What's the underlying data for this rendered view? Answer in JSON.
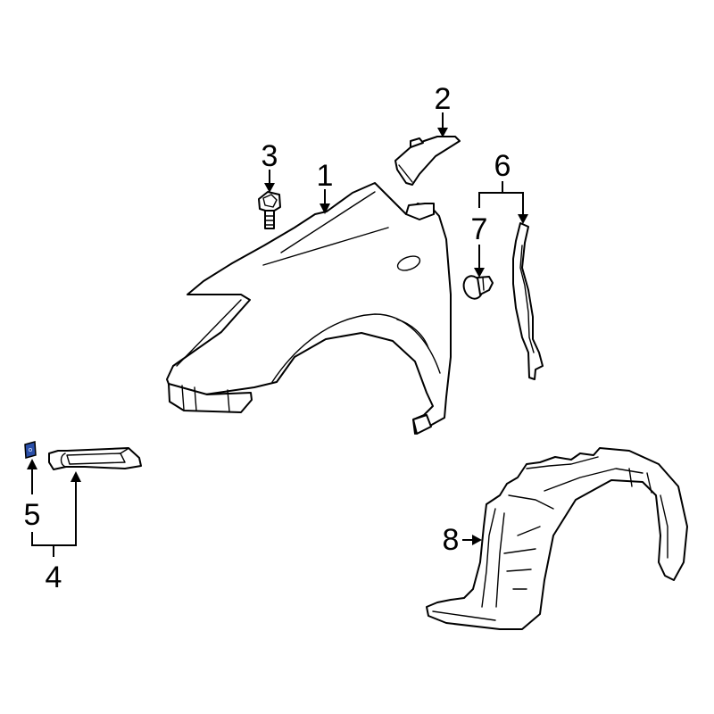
{
  "diagram": {
    "type": "exploded parts diagram",
    "background": "#ffffff",
    "highlight_color": "#2a4fa8",
    "callouts": [
      {
        "number": "1",
        "part": "fender"
      },
      {
        "number": "2",
        "part": "fender-bracket-upper"
      },
      {
        "number": "3",
        "part": "bolt"
      },
      {
        "number": "4",
        "part": "fender-support-bracket"
      },
      {
        "number": "5",
        "part": "clip-nut"
      },
      {
        "number": "6",
        "part": "fender-seal"
      },
      {
        "number": "7",
        "part": "push-clip"
      },
      {
        "number": "8",
        "part": "fender-liner"
      }
    ]
  }
}
